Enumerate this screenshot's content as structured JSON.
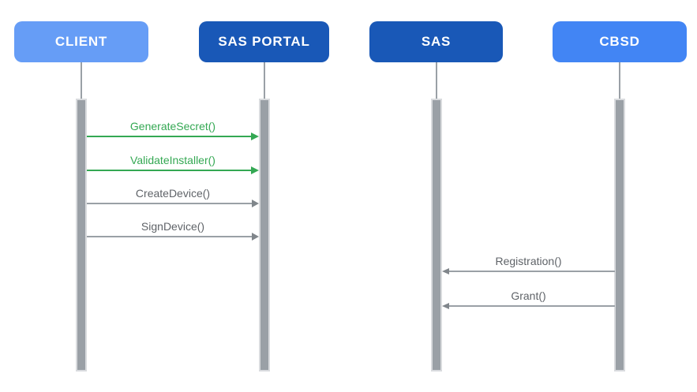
{
  "diagram": {
    "type": "sequence-diagram",
    "actors": [
      {
        "id": "client",
        "label": "CLIENT",
        "box_color": "#669DF6",
        "text_color": "#FFFFFF"
      },
      {
        "id": "sas-portal",
        "label": "SAS PORTAL",
        "box_color": "#1958B7",
        "text_color": "#FFFFFF"
      },
      {
        "id": "sas",
        "label": "SAS",
        "box_color": "#1958B7",
        "text_color": "#FFFFFF"
      },
      {
        "id": "cbsd",
        "label": "CBSD",
        "box_color": "#4285F4",
        "text_color": "#FFFFFF"
      }
    ],
    "messages": [
      {
        "label": "GenerateSecret()",
        "from": "client",
        "to": "sas-portal",
        "direction": "right",
        "color": "#34A853"
      },
      {
        "label": "ValidateInstaller()",
        "from": "client",
        "to": "sas-portal",
        "direction": "right",
        "color": "#34A853"
      },
      {
        "label": "CreateDevice()",
        "from": "client",
        "to": "sas-portal",
        "direction": "right",
        "color": "#5F6368"
      },
      {
        "label": "SignDevice()",
        "from": "client",
        "to": "sas-portal",
        "direction": "right",
        "color": "#5F6368"
      },
      {
        "label": "Registration()",
        "from": "cbsd",
        "to": "sas",
        "direction": "left",
        "color": "#5F6368"
      },
      {
        "label": "Grant()",
        "from": "cbsd",
        "to": "sas",
        "direction": "left",
        "color": "#5F6368"
      }
    ],
    "colors": {
      "background": "#FFFFFF",
      "lifeline": "#9AA0A6",
      "activation_bar_fill": "#9AA0A6",
      "activation_bar_border": "#D9DBDE",
      "green_message": "#34A853",
      "gray_message_text": "#5F6368",
      "gray_message_line": "#9AA0A6"
    }
  }
}
